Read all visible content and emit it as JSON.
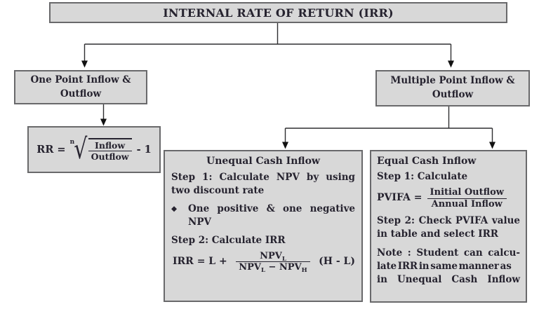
{
  "diagram": {
    "title": "INTERNAL RATE OF RETURN (IRR)",
    "colors": {
      "box_fill": "#d8d8d8",
      "box_border": "#69696b",
      "text": "#26232f",
      "line": "#2f2f31",
      "arrow": "#111111",
      "background": "#ffffff"
    },
    "one_point_box": {
      "label": "One Point Inflow & Outflow"
    },
    "multiple_point_box": {
      "label": "Multiple Point Inflow & Outflow"
    },
    "rr_formula_box": {
      "lhs": "RR =",
      "root_index": "n",
      "numerator": "Inflow",
      "denominator": "Outflow",
      "tail": "- 1"
    },
    "unequal_box": {
      "title": "Unequal Cash Inflow",
      "step1_line1": "Step 1: Calculate NPV by using",
      "step1_line2": "two discount rate",
      "bullet": "◆",
      "bullet_line1": "One positive & one negative",
      "bullet_line2": "NPV",
      "step2": "Step 2: Calculate IRR",
      "irr_formula": {
        "lhs": "IRR = L +",
        "num_base": "NPV",
        "num_sub": "L",
        "den_base1": "NPV",
        "den_sub1": "L",
        "den_op": "−",
        "den_base2": "NPV",
        "den_sub2": "H",
        "tail": "(H - L)"
      }
    },
    "equal_box": {
      "title": "Equal Cash Inflow",
      "step1": "Step 1: Calculate",
      "pvifa_formula": {
        "lhs": "PVIFA =",
        "numerator": "Initial Outflow",
        "denominator": "Annual Inflow"
      },
      "step2_line1": "Step 2: Check PVIFA value",
      "step2_line2": "in table and select IRR",
      "note_line1": "Note : Student can calcu-",
      "note_line2": "late IRR in same manner as",
      "note_line3": "in Unequal Cash Inflow"
    }
  }
}
